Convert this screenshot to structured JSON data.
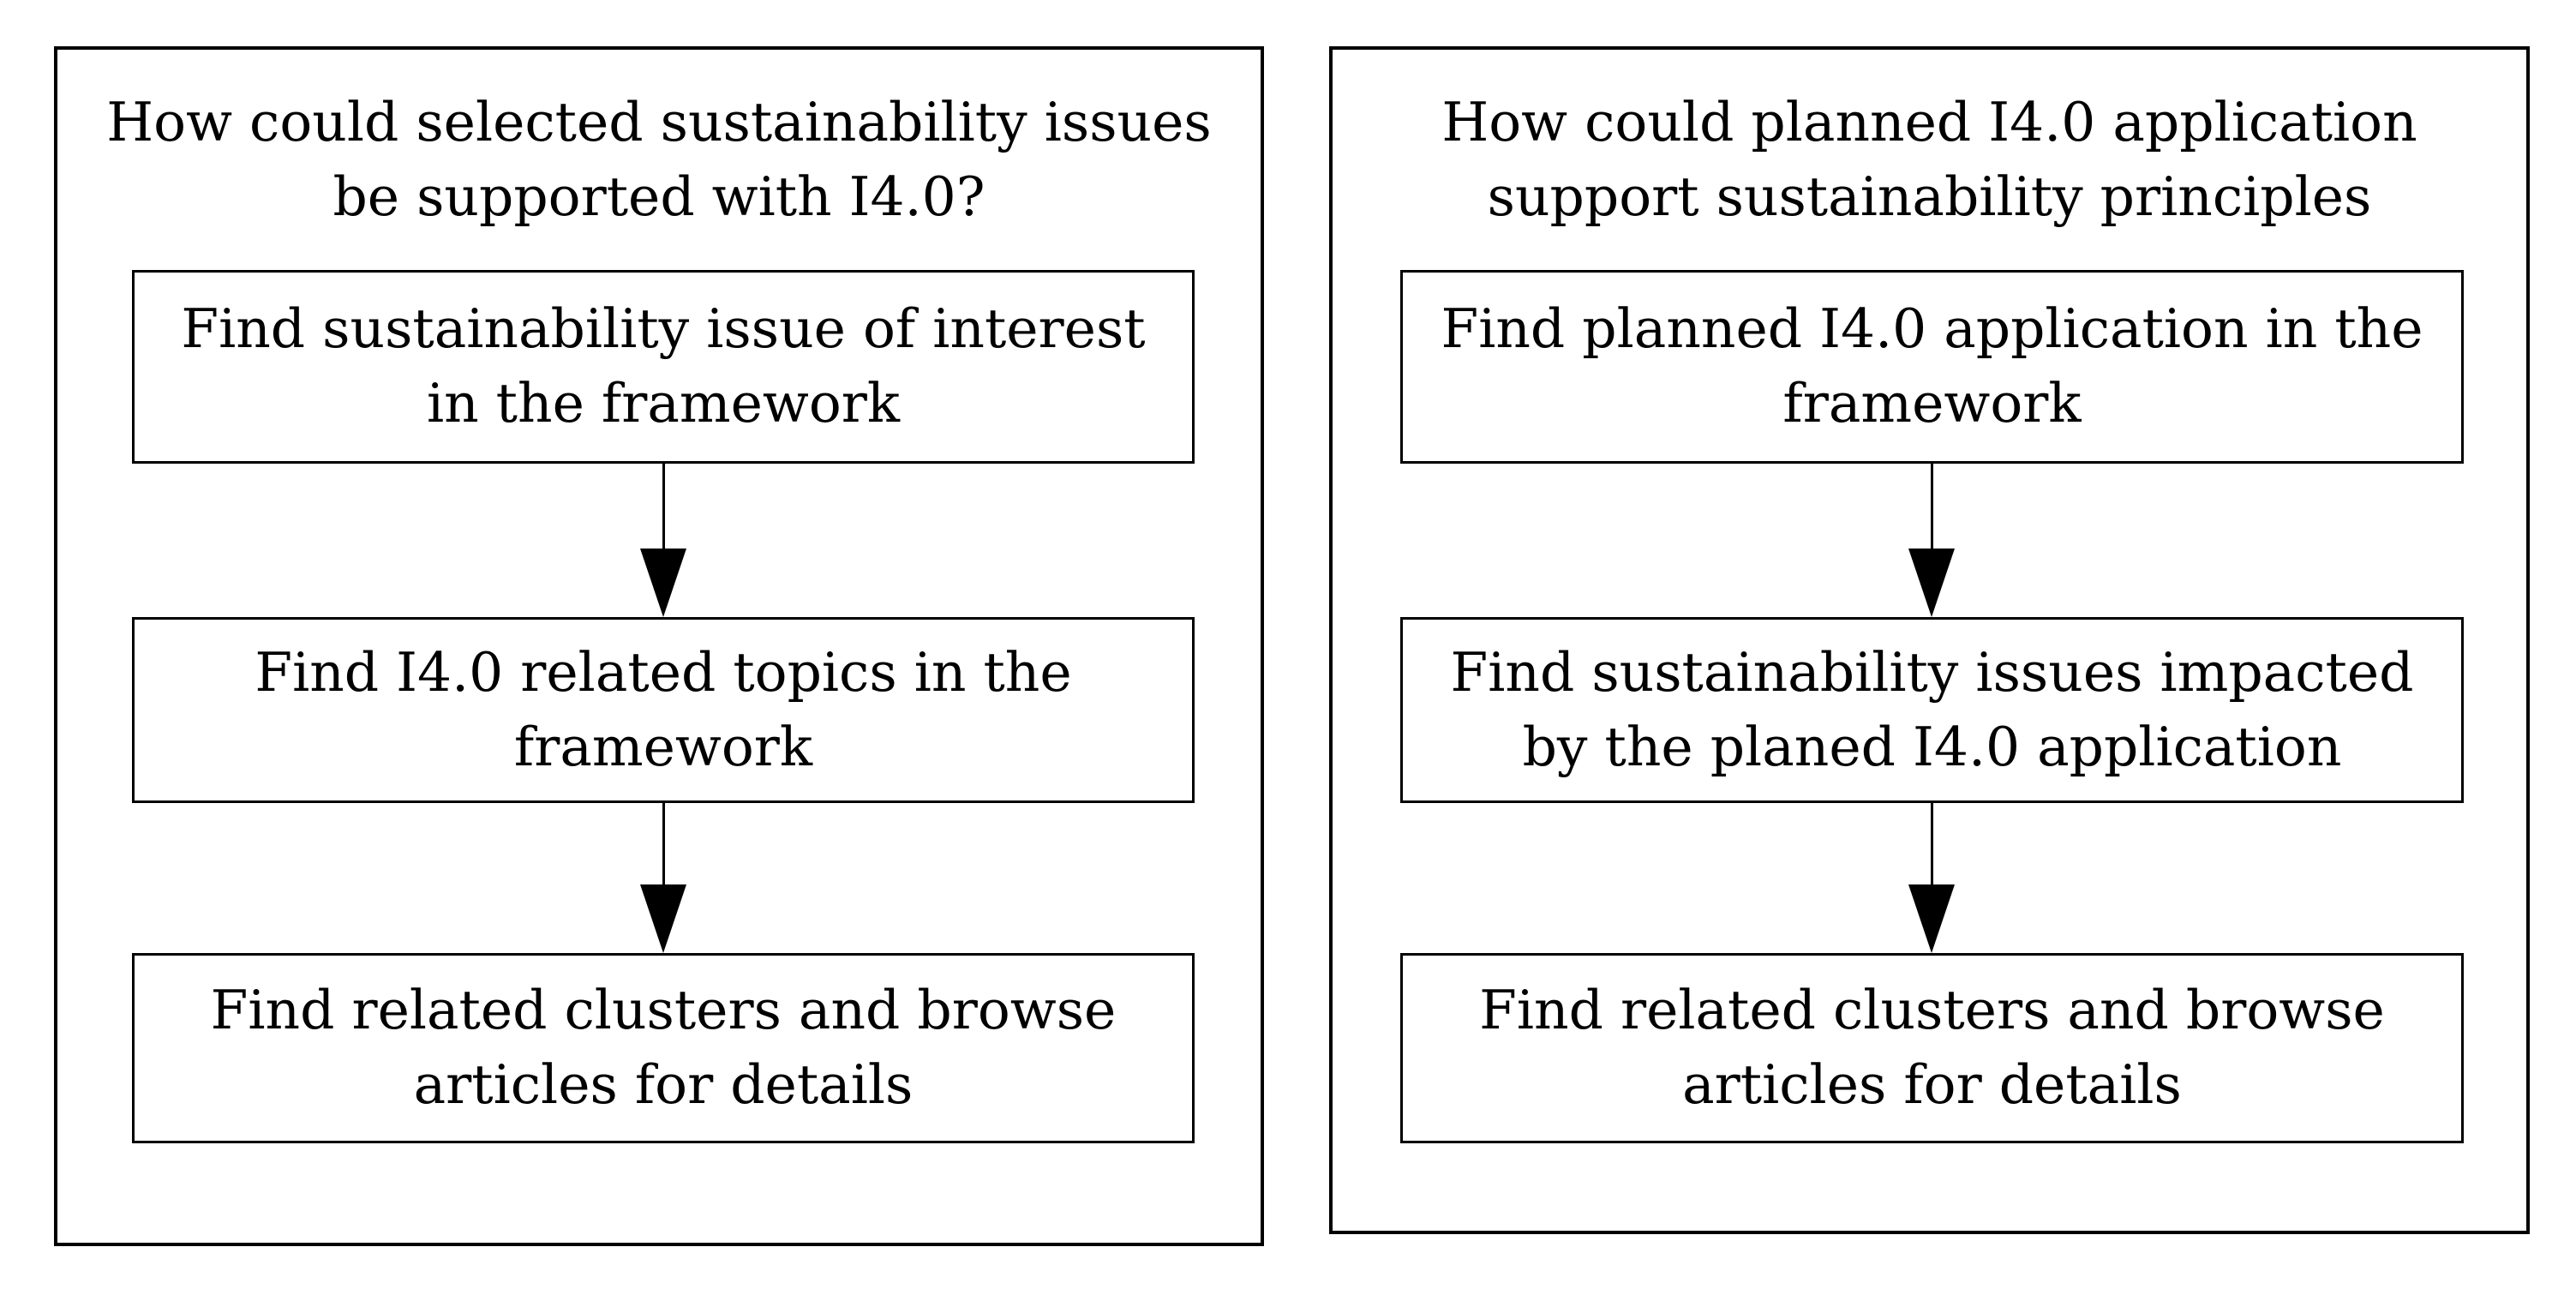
{
  "figure": {
    "background_color": "#ffffff",
    "line_color": "#000000",
    "text_color": "#000000"
  },
  "panels": [
    {
      "id": "left",
      "title": {
        "text": "How could selected sustainability issues be supported with I4.0?",
        "lines": [
          "How could selected sustainability issues",
          "be supported with I4.0?"
        ]
      },
      "steps": [
        {
          "text": "Find sustainability issue of interest in the framework",
          "lines": [
            "Find sustainability issue of interest",
            "in the framework"
          ]
        },
        {
          "text": "Find I4.0 related topics in the framework",
          "lines": [
            "Find I4.0 related topics in the",
            "framework"
          ]
        },
        {
          "text": "Find related clusters and browse articles for details",
          "lines": [
            "Find related clusters and browse",
            "articles for details"
          ]
        }
      ]
    },
    {
      "id": "right",
      "title": {
        "text": "How could planned I4.0 application support sustainability principles",
        "lines": [
          "How could planned I4.0 application",
          "support sustainability principles"
        ]
      },
      "steps": [
        {
          "text": "Find planned I4.0 application in the framework",
          "lines": [
            "Find planned I4.0 application in the",
            "framework"
          ]
        },
        {
          "text": "Find sustainability issues impacted by the planed I4.0 application",
          "lines": [
            "Find sustainability issues impacted",
            "by the planed I4.0 application"
          ]
        },
        {
          "text": "Find related clusters and browse articles for details",
          "lines": [
            "Find related clusters and browse",
            "articles for details"
          ]
        }
      ]
    }
  ]
}
